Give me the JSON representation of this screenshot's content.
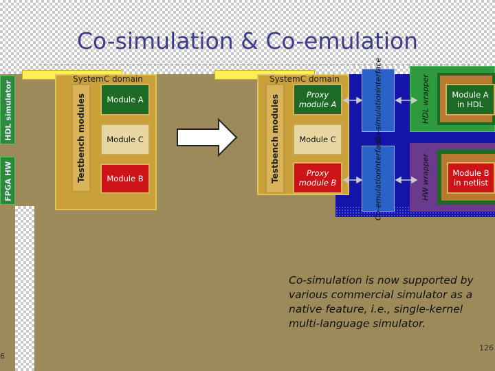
{
  "slide": {
    "title": "Co-simulation & Co-emulation",
    "page_number": "126",
    "corner_number": "6",
    "caption_lines": [
      "Co-simulation is now supported by",
      "various commercial simulator as a",
      "native feature, i.e., single-kernel",
      "multi-language simulator."
    ]
  },
  "sidebar": {
    "hdl_simulator": "HDL simulator",
    "fpga_hw": "FPGA HW"
  },
  "left_system": {
    "domain_label": "SystemC domain",
    "testbench": "Testbench modules",
    "module_a": "Module A",
    "module_c": "Module C",
    "module_b": "Module B"
  },
  "right_system": {
    "domain_label": "SystemC domain",
    "testbench": "Testbench modules",
    "proxy_a": [
      "Proxy",
      "module A"
    ],
    "module_c": "Module C",
    "proxy_b": [
      "Proxy",
      "module B"
    ],
    "cosim_interface_top": [
      "Co-simulation",
      "interface"
    ],
    "coemu_interface_bottom": [
      "Co-emulation",
      "interface"
    ],
    "hdl_wrapper": "HDL wrapper",
    "hw_wrapper": "HW wrapper",
    "module_a_hdl": [
      "Module A",
      "in HDL"
    ],
    "module_b_netlist": [
      "Module B",
      "in netlist"
    ]
  }
}
